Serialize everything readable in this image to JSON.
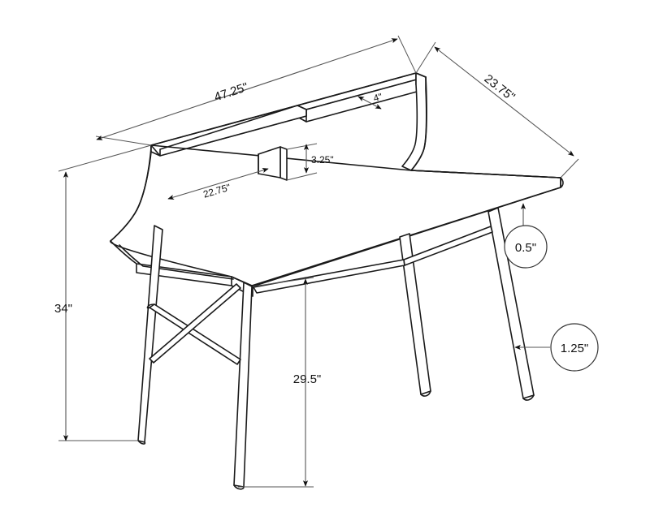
{
  "drawing": {
    "title": "Desk dimensional line drawing",
    "subject": "writing desk with raised back gallery, shelf and four tapered legs",
    "view": "isometric / three-quarter perspective",
    "units": "inches",
    "background_color": "#ffffff",
    "line_color": "#1a1a1a",
    "dimension_line_color": "#555555"
  },
  "dimensions": {
    "width": {
      "label": "47.25\"",
      "name": "overall-width",
      "value": 47.25,
      "unit": "in"
    },
    "depth": {
      "label": "23.75\"",
      "name": "overall-depth",
      "value": 23.75,
      "unit": "in"
    },
    "shelf_depth": {
      "label": "4\"",
      "name": "shelf-depth",
      "value": 4,
      "unit": "in"
    },
    "opening_height": {
      "label": "3.25\"",
      "name": "shelf-opening-height",
      "value": 3.25,
      "unit": "in"
    },
    "opening_width": {
      "label": "22.75\"",
      "name": "shelf-opening-width",
      "value": 22.75,
      "unit": "in"
    },
    "overall_height": {
      "label": "34\"",
      "name": "overall-height",
      "value": 34,
      "unit": "in"
    },
    "worksurface_height": {
      "label": "29.5\"",
      "name": "work-surface-height",
      "value": 29.5,
      "unit": "in"
    },
    "top_thickness": {
      "label": "0.5\"",
      "name": "top-thickness",
      "value": 0.5,
      "unit": "in"
    },
    "leg_thickness": {
      "label": "1.25\"",
      "name": "leg-thickness",
      "value": 1.25,
      "unit": "in"
    }
  },
  "callouts": [
    {
      "label": "0.5\"",
      "target": "desk-top-edge-thickness"
    },
    {
      "label": "1.25\"",
      "target": "leg-width"
    }
  ]
}
